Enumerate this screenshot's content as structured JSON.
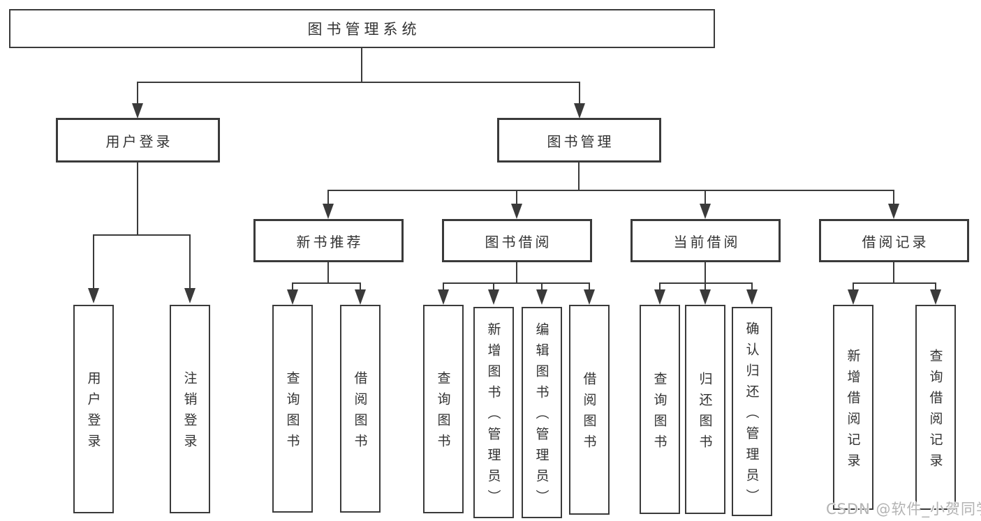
{
  "tree": {
    "root": "图书管理系统",
    "login": {
      "label": "用户登录",
      "children": [
        "用户登录",
        "注销登录"
      ]
    },
    "mgmt": {
      "label": "图书管理",
      "groups": [
        {
          "label": "新书推荐",
          "children": [
            "查询图书",
            "借阅图书"
          ]
        },
        {
          "label": "图书借阅",
          "children": [
            "查询图书",
            "新增图书（管理员）",
            "编辑图书（管理员）",
            "借阅图书"
          ]
        },
        {
          "label": "当前借阅",
          "children": [
            "查询图书",
            "归还图书",
            "确认归还（管理员）"
          ]
        },
        {
          "label": "借阅记录",
          "children": [
            "新增借阅记录",
            "查询借阅记录"
          ]
        }
      ]
    }
  },
  "watermark": {
    "text": "CSDN @软件_小贺同学"
  },
  "colors": {
    "line": "#3a3a3a",
    "text": "#333333",
    "watermark": "#b3b3b3",
    "background": "#ffffff"
  }
}
